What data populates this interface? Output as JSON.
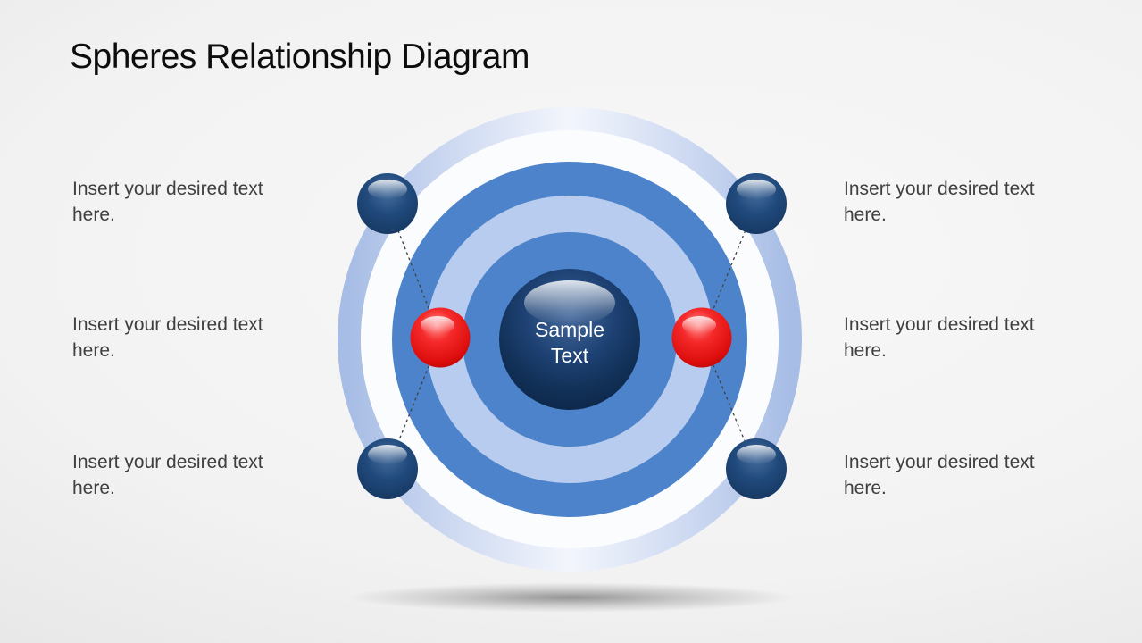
{
  "slide": {
    "title": "Spheres Relationship Diagram"
  },
  "labels": {
    "left": [
      {
        "text": "Insert your desired text here."
      },
      {
        "text": "Insert your desired text here."
      },
      {
        "text": "Insert your desired text here."
      }
    ],
    "right": [
      {
        "text": "Insert your desired text here."
      },
      {
        "text": "Insert your desired text here."
      },
      {
        "text": "Insert your desired text here."
      }
    ]
  },
  "diagram": {
    "center_sphere_text": {
      "line1": "Sample",
      "line2": "Text"
    },
    "colors": {
      "medium_blue": "#4c83cb",
      "light_blue": "#b7ccee",
      "orbit_gap_white": "#fbfcfe",
      "outer_ring_blue": "#aabfe6",
      "navy_sphere_dark": "#0f2c52",
      "red_sphere": "#dd0d0d",
      "connector_line": "#404040",
      "title_text": "#0d0d0d",
      "label_text": "#3f3f3f"
    }
  }
}
